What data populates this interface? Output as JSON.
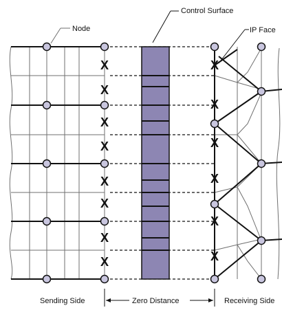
{
  "labels": {
    "node": "Node",
    "control_surface": "Control Surface",
    "ip_face": "IP Face",
    "sending_side": "Sending Side",
    "zero_distance": "Zero Distance",
    "receiving_side": "Receiving Side"
  },
  "marks": {
    "x_glyph": "X"
  },
  "colors": {
    "node_fill": "#c9c6df",
    "control_surface_fill": "#8d86b3",
    "line": "#111111",
    "grid": "#6f6f6f"
  }
}
